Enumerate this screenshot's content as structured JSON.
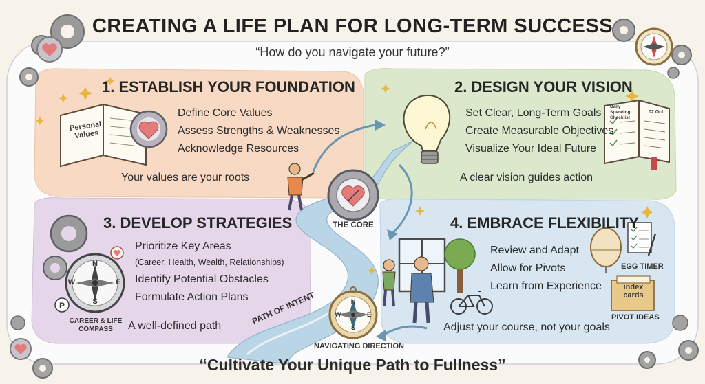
{
  "header": {
    "title": "CREATING A LIFE PLAN FOR LONG-TERM SUCCESS",
    "subtitle": "“How do you navigate your future?”"
  },
  "sections": [
    {
      "title": "1. ESTABLISH YOUR FOUNDATION",
      "items": [
        "Define Core Values",
        "Assess Strengths & Weaknesses",
        "Acknowledge Resources"
      ],
      "tagline": "Your values are your roots",
      "book_label_1": "Personal",
      "book_label_2": "Values"
    },
    {
      "title": "2. DESIGN YOUR VISION",
      "items": [
        "Set Clear, Long-Term Goals",
        "Create Measurable Objectives",
        "Visualize Your Ideal Future"
      ],
      "tagline": "A clear vision guides action",
      "journal_label_1": "Daily Spending",
      "journal_label_2": "Checklist",
      "journal_date": "02 Oct"
    },
    {
      "title": "3. DEVELOP STRATEGIES",
      "items": [
        "Prioritize Key Areas",
        "(Career, Health, Wealth, Relationships)",
        "Identify Potential Obstacles",
        "Formulate Action Plans"
      ],
      "tagline": "A well-defined path",
      "compass_label_1": "CAREER & LIFE",
      "compass_label_2": "COMPASS"
    },
    {
      "title": "4. EMBRACE FLEXIBILITY",
      "items": [
        "Review and Adapt",
        "Allow for Pivots",
        "Learn from Experience"
      ],
      "tagline": "Adjust your course, not your goals",
      "egg_timer_label": "EGG TIMER",
      "index_cards_1": "index",
      "index_cards_2": "cards",
      "pivot_label": "PIVOT IDEAS"
    }
  ],
  "center": {
    "core_label": "THE CORE",
    "path_label": "PATH OF INTENT",
    "nav_label": "NAVIGATING DIRECTION"
  },
  "compass_points": [
    "N",
    "E",
    "S",
    "W"
  ],
  "footer": {
    "quote": "“Cultivate Your Unique Path to Fullness”"
  },
  "colors": {
    "section1": "#f8d9c4",
    "section2": "#dbe8cc",
    "section3": "#e6d6e9",
    "section4": "#d7e6f1",
    "river": "#b9d5e6",
    "heart": "#e37b7b",
    "gear": "#8a8a8a"
  }
}
